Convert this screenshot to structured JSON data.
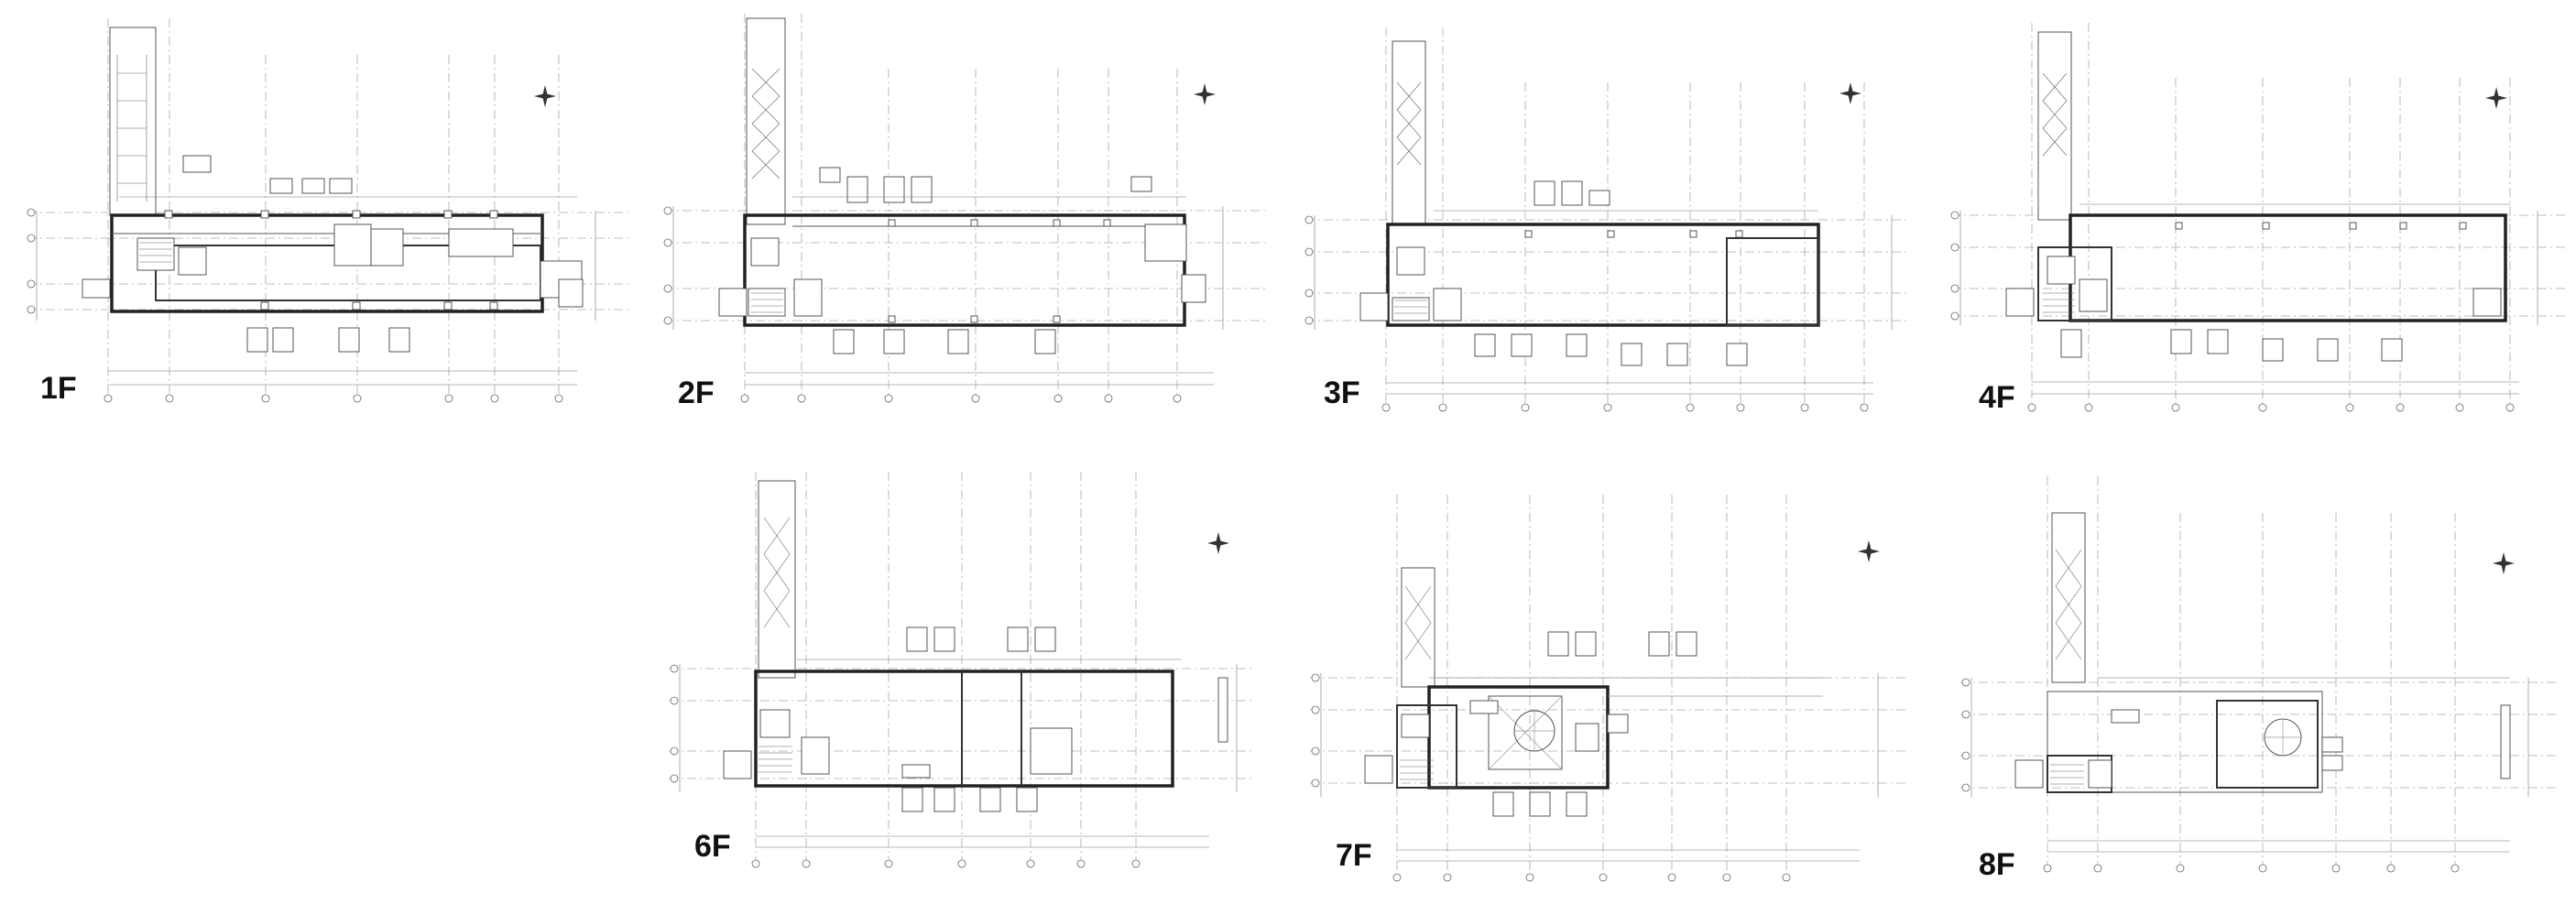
{
  "floors": [
    {
      "id": "1F",
      "label": "1F"
    },
    {
      "id": "2F",
      "label": "2F"
    },
    {
      "id": "3F",
      "label": "3F"
    },
    {
      "id": "4F",
      "label": "4F"
    },
    {
      "id": "6F",
      "label": "6F"
    },
    {
      "id": "7F",
      "label": "7F"
    },
    {
      "id": "8F",
      "label": "8F"
    }
  ],
  "colors": {
    "background": "#ffffff",
    "linework": "#333333",
    "label": "#111111"
  }
}
